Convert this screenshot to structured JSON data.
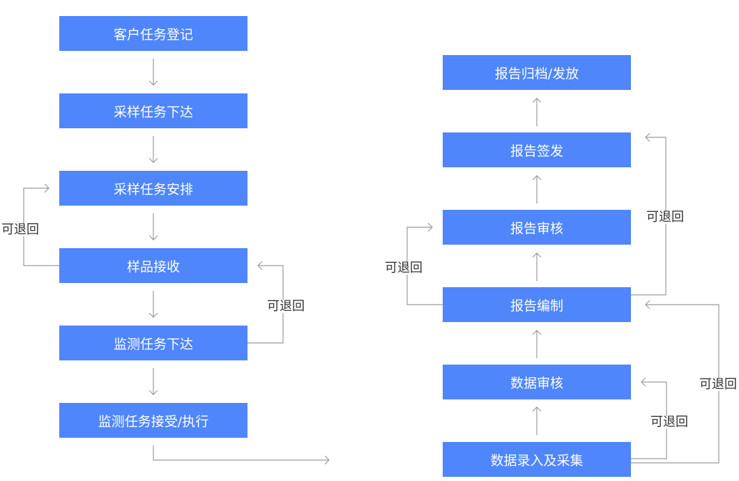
{
  "colors": {
    "node_fill": "#4f86fb",
    "connector": "#9a9a9a",
    "note_text": "#333333"
  },
  "left_flow": {
    "steps": [
      "客户任务登记",
      "采样任务下达",
      "采样任务安排",
      "样品接收",
      "监测任务下达",
      "监测任务接受/执行"
    ],
    "return_labels": [
      "可退回",
      "可退回"
    ]
  },
  "right_flow": {
    "steps": [
      "报告归档/发放",
      "报告签发",
      "报告审核",
      "报告编制",
      "数据审核",
      "数据录入及采集"
    ],
    "return_labels": [
      "可退回",
      "可退回",
      "可退回",
      "可退回"
    ]
  }
}
